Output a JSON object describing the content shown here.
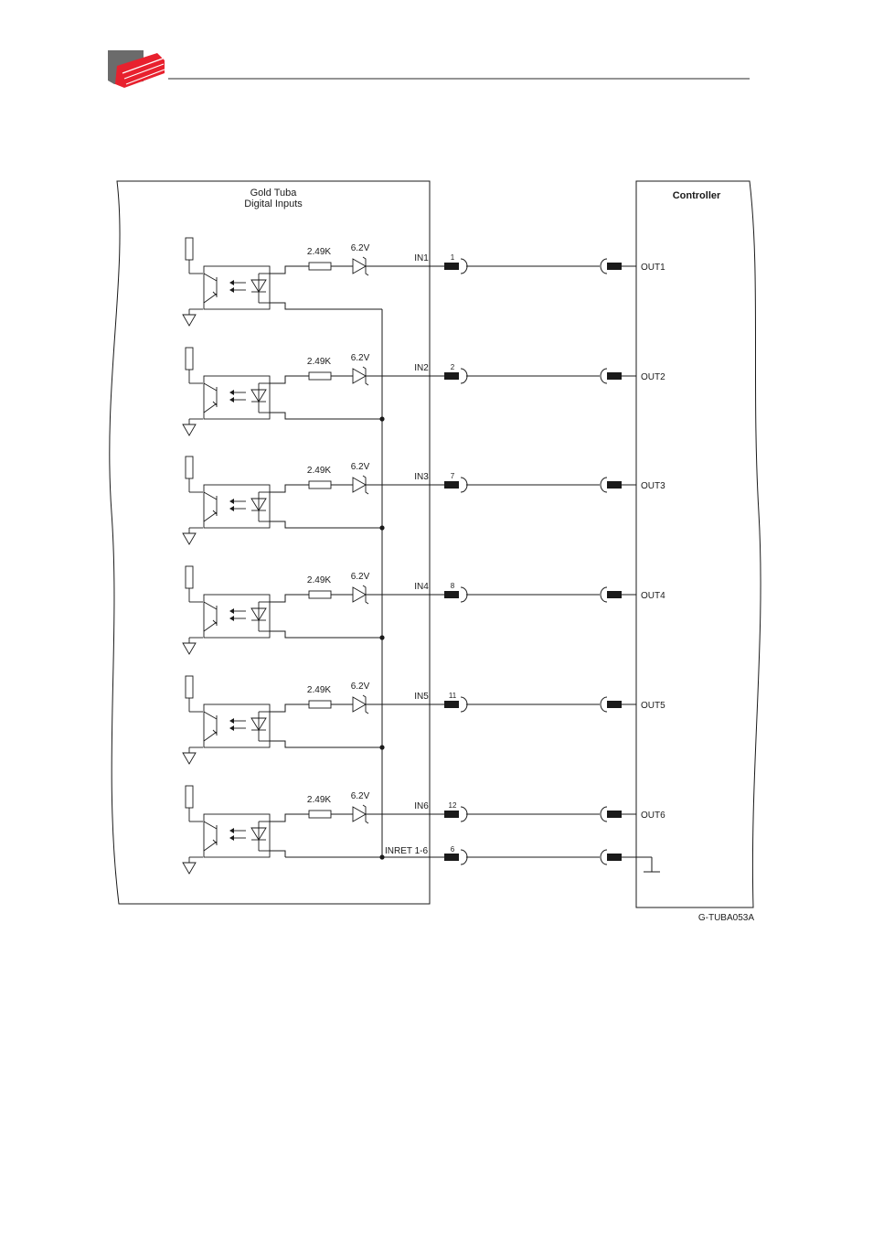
{
  "colors": {
    "logo_red": "#e8212e",
    "logo_gray": "#6b6b6b",
    "ink": "#1a1a1a"
  },
  "header": {
    "logo_icon": "company-logo-icon"
  },
  "diagram": {
    "left_block": {
      "title_line1": "Gold Tuba",
      "title_line2": "Digital Inputs"
    },
    "right_block": {
      "title": "Controller"
    },
    "channels": [
      {
        "resistor": "2.49K",
        "zener": "6.2V",
        "input": "IN1",
        "pin": "1",
        "output": "OUT1"
      },
      {
        "resistor": "2.49K",
        "zener": "6.2V",
        "input": "IN2",
        "pin": "2",
        "output": "OUT2"
      },
      {
        "resistor": "2.49K",
        "zener": "6.2V",
        "input": "IN3",
        "pin": "7",
        "output": "OUT3"
      },
      {
        "resistor": "2.49K",
        "zener": "6.2V",
        "input": "IN4",
        "pin": "8",
        "output": "OUT4"
      },
      {
        "resistor": "2.49K",
        "zener": "6.2V",
        "input": "IN5",
        "pin": "11",
        "output": "OUT5"
      },
      {
        "resistor": "2.49K",
        "zener": "6.2V",
        "input": "IN6",
        "pin": "12",
        "output": "OUT6"
      }
    ],
    "return_line": {
      "label": "INRET 1-6",
      "pin": "6"
    },
    "figure_code": "G-TUBA053A"
  }
}
